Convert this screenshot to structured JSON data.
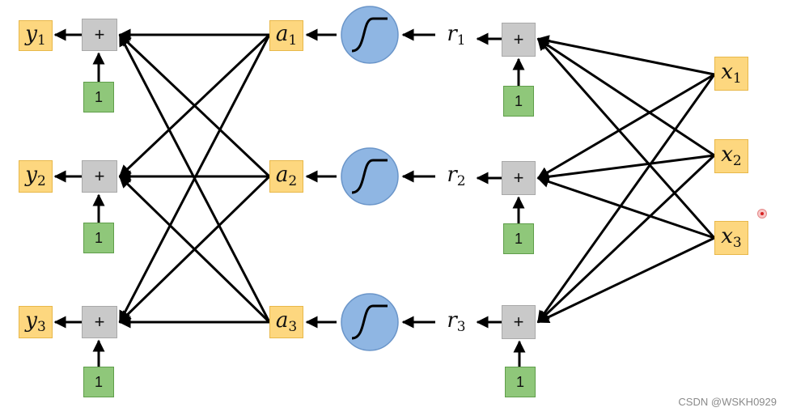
{
  "outputs": [
    {
      "var": "y",
      "sub": "1"
    },
    {
      "var": "y",
      "sub": "2"
    },
    {
      "var": "y",
      "sub": "3"
    }
  ],
  "activations": [
    {
      "var": "a",
      "sub": "1"
    },
    {
      "var": "a",
      "sub": "2"
    },
    {
      "var": "a",
      "sub": "3"
    }
  ],
  "pre_activations": [
    {
      "var": "r",
      "sub": "1"
    },
    {
      "var": "r",
      "sub": "2"
    },
    {
      "var": "r",
      "sub": "3"
    }
  ],
  "inputs": [
    {
      "var": "x",
      "sub": "1"
    },
    {
      "var": "x",
      "sub": "2"
    },
    {
      "var": "x",
      "sub": "3"
    }
  ],
  "sum_symbol": "+",
  "bias_value": "1",
  "watermark": "CSDN @WSKH0929",
  "colors": {
    "variable_box": "#fdd77f",
    "sum_box": "#c9c9c9",
    "bias_box": "#8fc77a",
    "sigmoid_circle": "#8fb6e3",
    "arrows": "#000000"
  }
}
